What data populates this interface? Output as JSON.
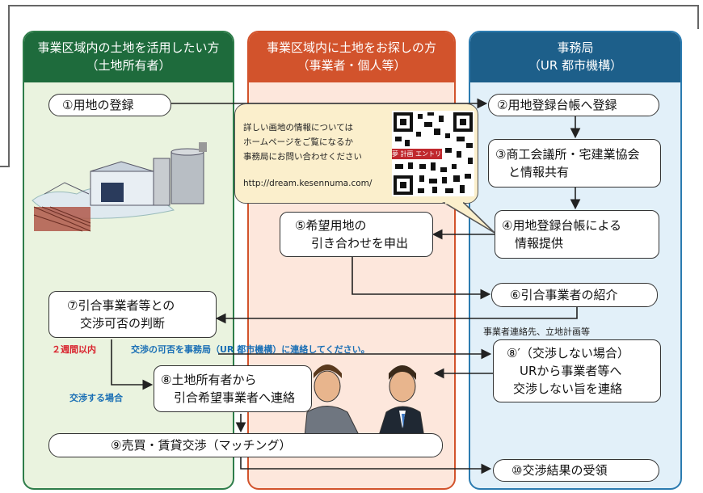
{
  "columns": {
    "owner": {
      "line1": "事業区域内の土地を活用したい方",
      "line2": "（土地所有者）",
      "color": "#1e6b3c",
      "bg": "#eaf3df"
    },
    "seeker": {
      "line1": "事業区域内に土地をお探しの方",
      "line2": "（事業者・個人等）",
      "color": "#d2532c",
      "bg": "#fde7dc"
    },
    "office": {
      "line1": "事務局",
      "line2": "（UR 都市機構）",
      "color": "#1d5f8a",
      "bg": "#e2f0f9"
    }
  },
  "steps": {
    "s1": "①用地の登録",
    "s2": "②用地登録台帳へ登録",
    "s3a": "③商工会議所・宅建業協会",
    "s3b": "と情報共有",
    "s4a": "④用地登録台帳による",
    "s4b": "情報提供",
    "s5a": "⑤希望用地の",
    "s5b": "引き合わせを申出",
    "s6": "⑥引合事業者の紹介",
    "s7a": "⑦引合事業者等との",
    "s7b": "交渉可否の判断",
    "s8pa": "⑧′（交渉しない場合）",
    "s8pb": "URから事業者等へ",
    "s8pc": "交渉しない旨を連絡",
    "s8a": "⑧土地所有者から",
    "s8b": "引合希望事業者へ連絡",
    "s9": "⑨売買・賃貸交渉（マッチング）",
    "s10": "⑩交渉結果の受領"
  },
  "callout": {
    "line1": "詳しい画地の情報については",
    "line2": "ホームページをご覧になるか",
    "line3": "事務局にお問い合わせください",
    "url": "http://dream.kesennuma.com/",
    "badge": "夢 計画 エントリー"
  },
  "notes": {
    "contact": "事業者連絡先、立地計画等",
    "two_weeks": "２週間以内",
    "report": "交渉の可否を事務局（UR 都市機構）に連絡してください。",
    "negotiate": "交渉する場合"
  },
  "icons": {
    "factory": "factory-illustration",
    "handshake": "handshake-illustration",
    "qr": "qr-code"
  }
}
